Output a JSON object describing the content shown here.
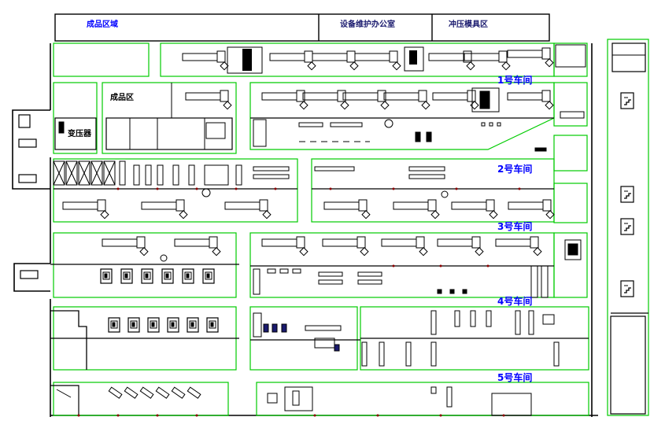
{
  "header": {
    "zone_a": "成品区域",
    "zone_b": "设备维护办公室",
    "zone_c": "冲压模具区"
  },
  "workshops": {
    "w1": "1号车间",
    "w2": "2号车间",
    "w3": "3号车间",
    "w4": "4号车间",
    "w5": "5号车间"
  },
  "areas": {
    "finished_area": "成品区",
    "transformer": "变压器"
  },
  "colors": {
    "zone_border": "#00cc00",
    "wall": "#000000",
    "label_blue": "#0000ff",
    "label_dark": "#1a1a6e",
    "dot": "#8b0000"
  },
  "icons": [
    "stair-icon",
    "press-machine-icon",
    "conveyor-icon"
  ]
}
